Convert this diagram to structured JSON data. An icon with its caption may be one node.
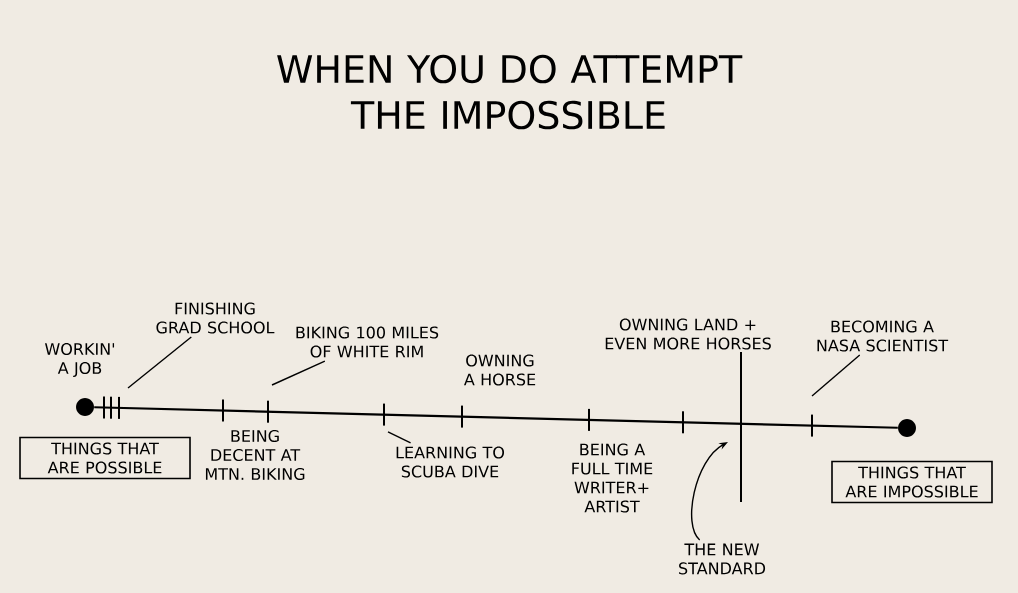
{
  "diagram": {
    "title": "WHEN YOU DO ATTEMPT THE IMPOSSIBLE",
    "nodes": [
      {
        "text": [
          "THINGS THAT ARE POSSIBLE"
        ]
      },
      {
        "text": [
          "THINGS THAT ARE IMPOSSIBLE"
        ]
      },
      {
        "text": [],
        "shape": "circle"
      },
      {
        "text": [],
        "shape": "circle"
      },
      {
        "text": [
          "THE NEW STANDARD"
        ]
      },
      {
        "text": [
          "FINISHING GRAD SCHOOL"
        ]
      },
      {
        "text": [
          "BIKING 100 MILES OF WHITE RIM"
        ]
      },
      {
        "text": [
          "LEARNING TO SCUBA DIVE"
        ]
      },
      {
        "text": [
          "BECOMING A NASA SCIENTIST"
        ]
      }
    ],
    "edges": [
      {
        "from": 2,
        "to": 3,
        "arrow": "none"
      },
      {
        "from": 4,
        "to": null,
        "arrow": "to"
      },
      {
        "from": 5,
        "to": null,
        "arrow": "none"
      },
      {
        "from": 6,
        "to": null,
        "arrow": "none"
      },
      {
        "from": 7,
        "to": null,
        "arrow": "none"
      },
      {
        "from": 8,
        "to": null,
        "arrow": "none"
      }
    ],
    "labels": [
      "WORKIN' A JOB",
      "OWNING A HORSE",
      "OWNING LAND + EVEN MORE HORSES",
      "BEING DECENT AT MTN. BIKING",
      "BEING A FULL TIME WRITER+ ARTIST"
    ]
  }
}
